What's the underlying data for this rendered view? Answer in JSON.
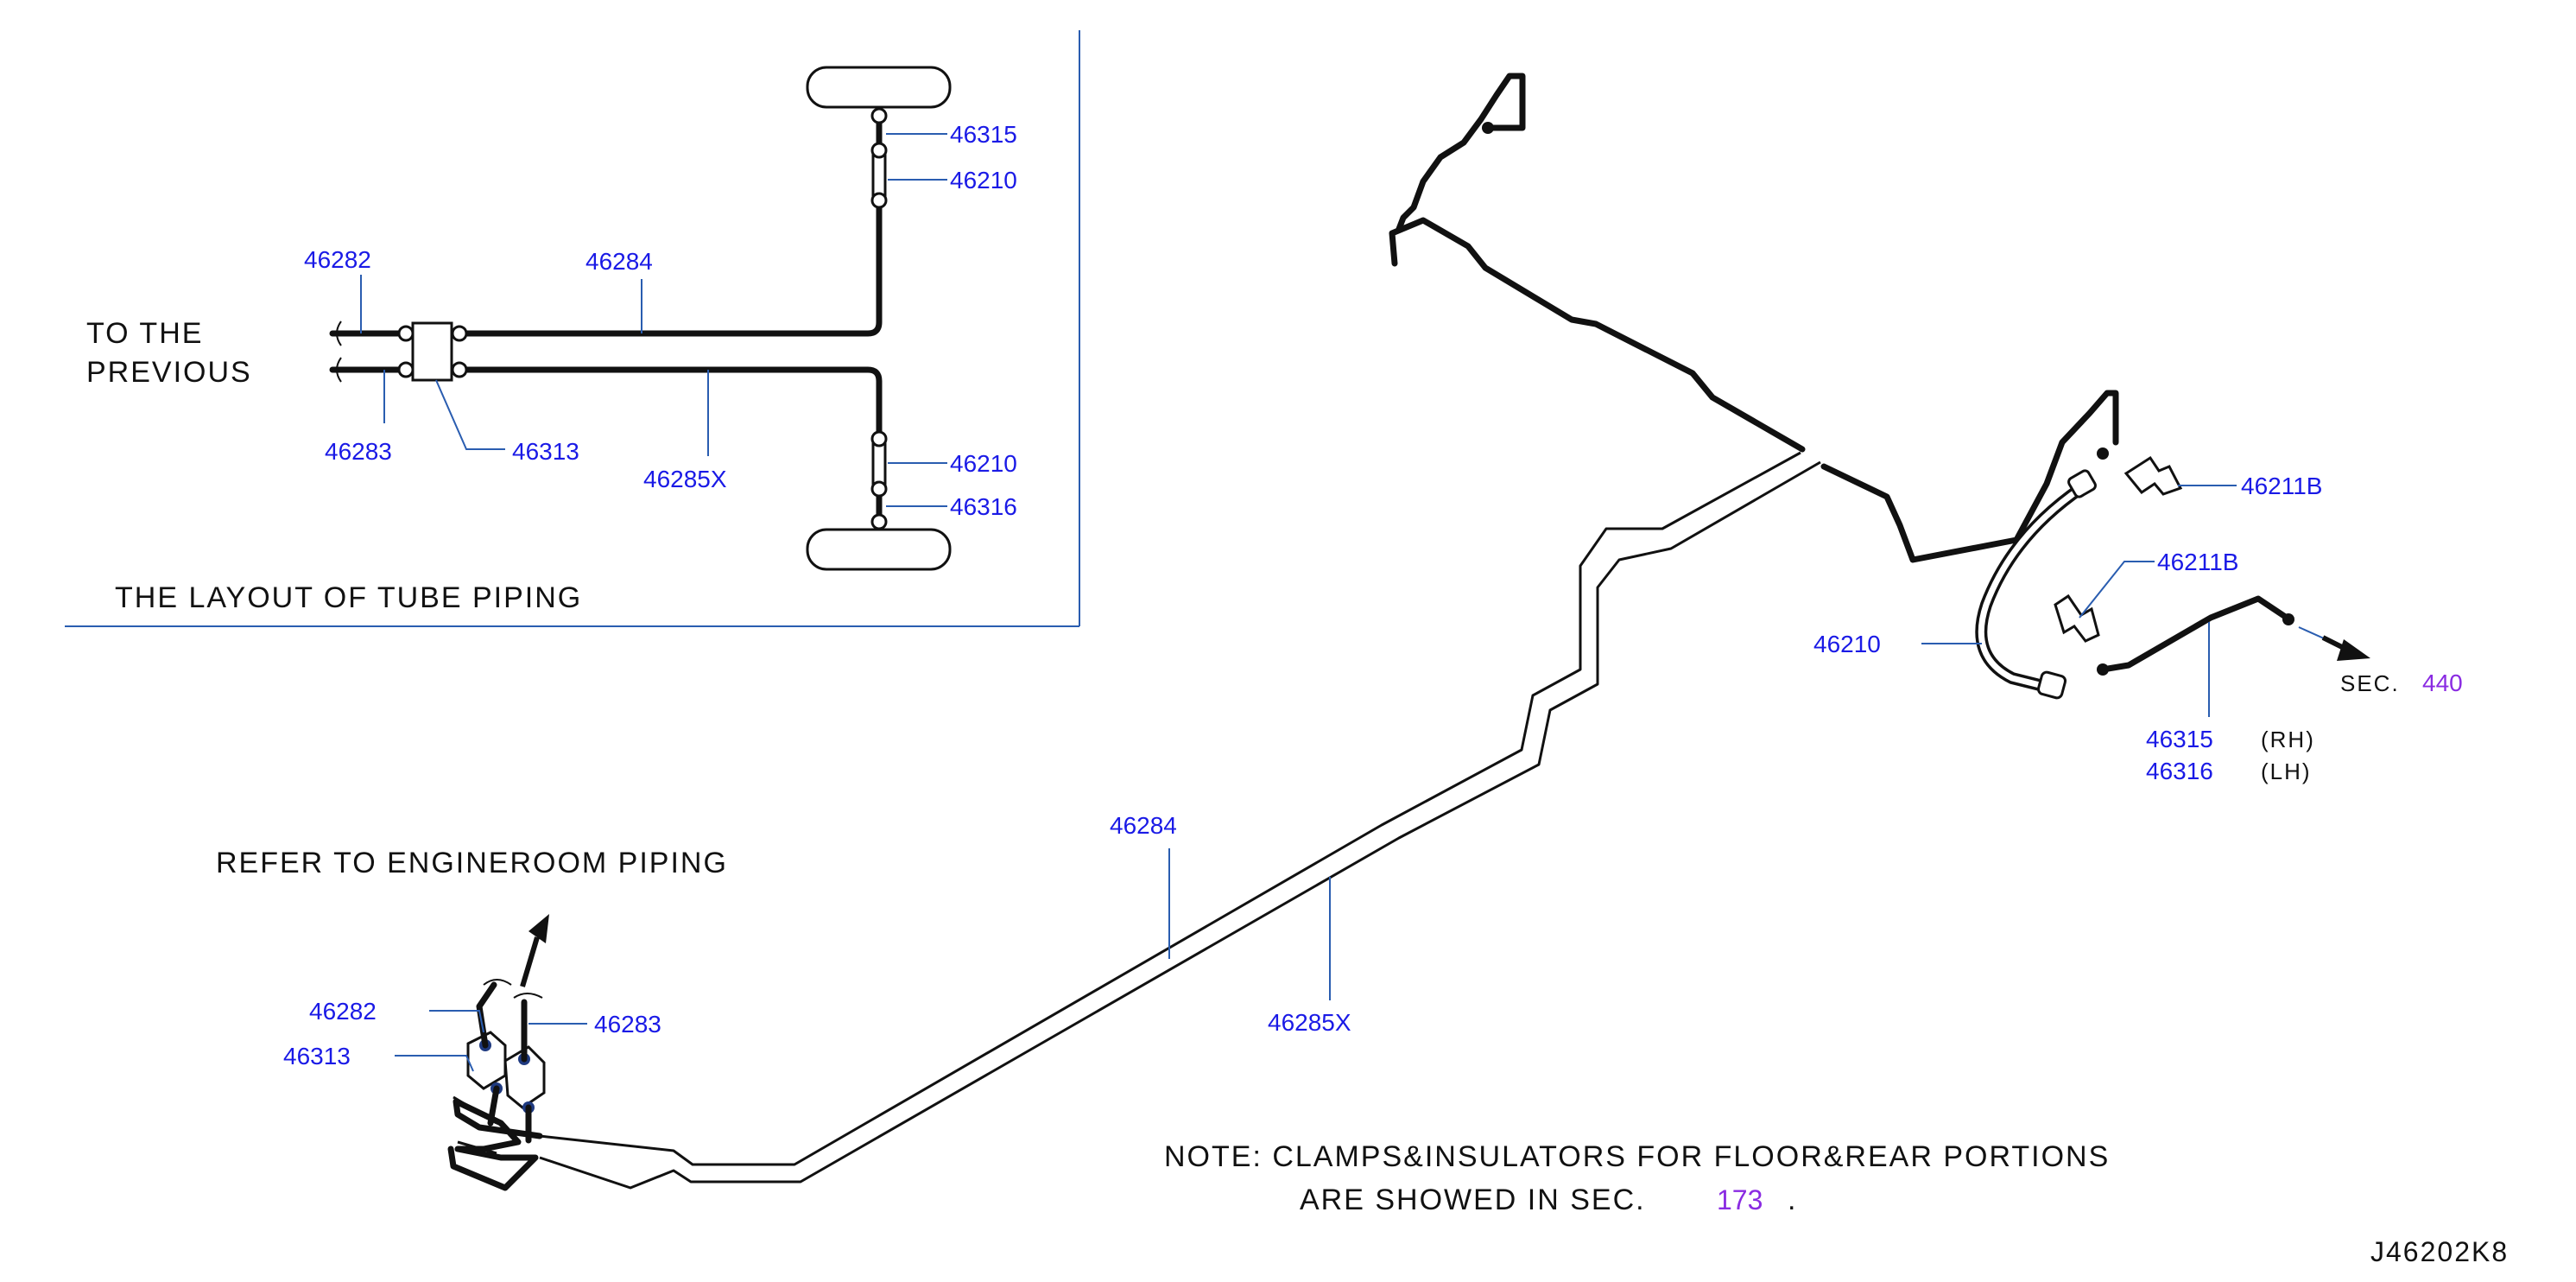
{
  "inset": {
    "title": "THE  LAYOUT  OF  TUBE  PIPING",
    "to_previous_1": "TO  THE",
    "to_previous_2": "PREVIOUS",
    "labels": {
      "p46282": "46282",
      "p46283": "46283",
      "p46313": "46313",
      "p46284": "46284",
      "p46285x": "46285X",
      "p46315": "46315",
      "p46210_top": "46210",
      "p46210_bottom": "46210",
      "p46316": "46316"
    }
  },
  "main": {
    "refer_note": "REFER  TO  ENGINEROOM  PIPING",
    "labels": {
      "p46282": "46282",
      "p46313": "46313",
      "p46283": "46283",
      "p46284": "46284",
      "p46285x": "46285X",
      "p46211b_top": "46211B",
      "p46211b_mid": "46211B",
      "p46210": "46210",
      "p46315": "46315",
      "p46316": "46316",
      "rh": "(RH)",
      "lh": "(LH)",
      "sec_prefix": "SEC.",
      "sec_number": "440"
    },
    "note_line1": "NOTE:  CLAMPS&INSULATORS  FOR  FLOOR&REAR  PORTIONS",
    "note_line2_prefix": "ARE  SHOWED  IN  SEC.",
    "note_sec_number": "173",
    "note_line2_suffix": ".",
    "drawing_id": "J46202K8"
  },
  "colors": {
    "part_number": "#1a1ae6",
    "section_ref": "#8a2be2",
    "leader": "#2a5db0",
    "line": "#111111"
  }
}
